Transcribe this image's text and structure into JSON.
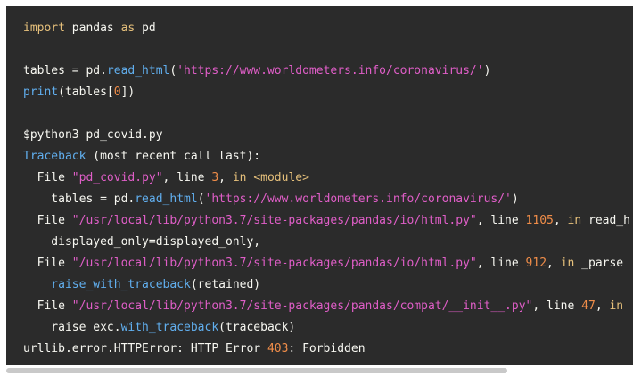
{
  "code": {
    "line1": {
      "t1": "import",
      "t2": " pandas ",
      "t3": "as",
      "t4": " pd"
    },
    "line3": {
      "t1": "tables = pd.",
      "t2": "read_html",
      "t3": "(",
      "t4": "'https://www.worldometers.info/coronavirus/'",
      "t5": ")"
    },
    "line4": {
      "t1": "print",
      "t2": "(tables[",
      "t3": "0",
      "t4": "])"
    },
    "line6": {
      "t1": "$python3 pd_covid.py"
    },
    "line7": {
      "t1": "Traceback",
      "t2": " (most recent call last):"
    },
    "line8": {
      "t1": "  File ",
      "t2": "\"pd_covid.py\"",
      "t3": ", line ",
      "t4": "3",
      "t5": ", ",
      "t6": "in",
      "t7": " ",
      "t8": "<module>"
    },
    "line9": {
      "t1": "    tables = pd.",
      "t2": "read_html",
      "t3": "(",
      "t4": "'https://www.worldometers.info/coronavirus/'",
      "t5": ")"
    },
    "line10": {
      "t1": "  File ",
      "t2": "\"/usr/local/lib/python3.7/site-packages/pandas/io/html.py\"",
      "t3": ", line ",
      "t4": "1105",
      "t5": ", ",
      "t6": "in",
      "t7": " read_h"
    },
    "line11": {
      "t1": "    displayed_only=displayed_only,"
    },
    "line12": {
      "t1": "  File ",
      "t2": "\"/usr/local/lib/python3.7/site-packages/pandas/io/html.py\"",
      "t3": ", line ",
      "t4": "912",
      "t5": ", ",
      "t6": "in",
      "t7": " _parse"
    },
    "line13": {
      "t1": "    ",
      "t2": "raise_with_traceback",
      "t3": "(retained)"
    },
    "line14": {
      "t1": "  File ",
      "t2": "\"/usr/local/lib/python3.7/site-packages/pandas/compat/__init__.py\"",
      "t3": ", line ",
      "t4": "47",
      "t5": ", ",
      "t6": "in"
    },
    "line15": {
      "t1": "    raise exc.",
      "t2": "with_traceback",
      "t3": "(traceback)"
    },
    "line16": {
      "t1": "urllib.error.HTTPError: HTTP Error ",
      "t2": "403",
      "t3": ": Forbidden"
    }
  },
  "colors": {
    "background": "#2b2b2b",
    "keyword": "#e6c07b",
    "function": "#61afef",
    "string": "#e05ec8",
    "number": "#f08d49",
    "text": "#f8f8f2"
  }
}
